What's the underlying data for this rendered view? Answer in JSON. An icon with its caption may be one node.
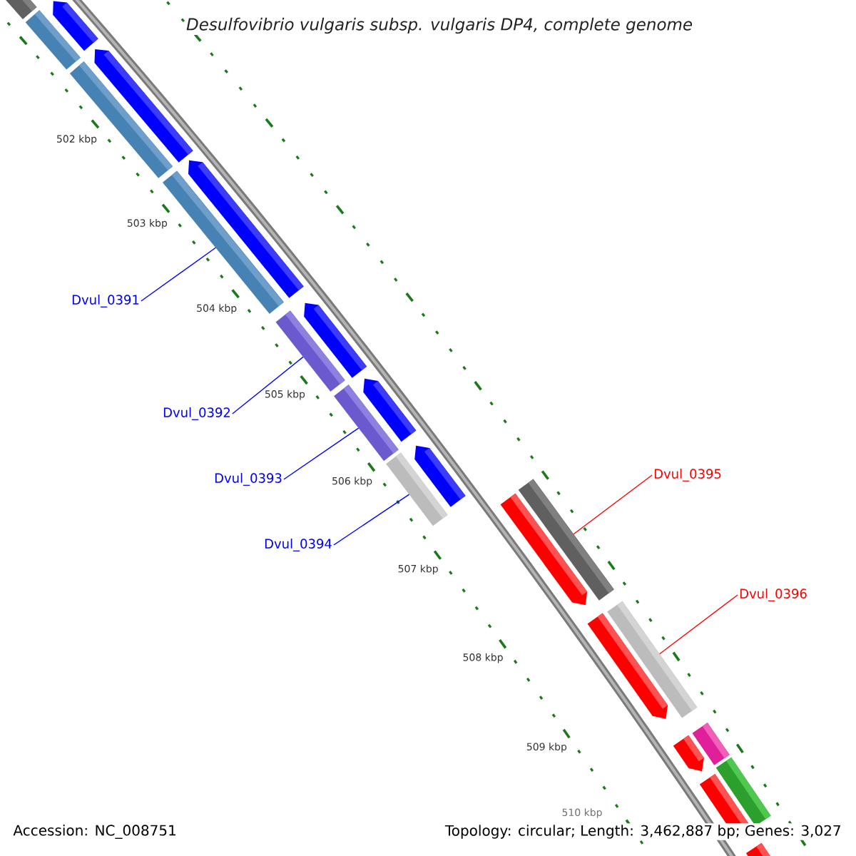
{
  "diagram": {
    "title": "Desulfovibrio vulgaris subsp. vulgaris DP4, complete genome",
    "nodes": [
      {
        "text": [
          "Dvul_0391"
        ]
      },
      {
        "text": [],
        "shape": "bar"
      },
      {
        "text": [
          "Dvul_0392"
        ]
      },
      {
        "text": [],
        "shape": "bar"
      },
      {
        "text": [
          "Dvul_0393"
        ]
      },
      {
        "text": [],
        "shape": "bar"
      },
      {
        "text": [
          "Dvul_0394"
        ]
      },
      {
        "text": [],
        "shape": "bar"
      },
      {
        "text": [
          "Dvul_0395"
        ]
      },
      {
        "text": [],
        "shape": "bar"
      },
      {
        "text": [
          "Dvul_0396"
        ]
      },
      {
        "text": [],
        "shape": "bar"
      }
    ],
    "edges": [
      {
        "from": 0,
        "to": 1,
        "arrow": "none",
        "color": "#0000ff"
      },
      {
        "from": 2,
        "to": 3,
        "arrow": "none",
        "color": "#0000ff"
      },
      {
        "from": 4,
        "to": 5,
        "arrow": "none",
        "color": "#0000ff"
      },
      {
        "from": 6,
        "to": 7,
        "arrow": "none",
        "color": "#0000ff"
      },
      {
        "from": 8,
        "to": 9,
        "arrow": "none",
        "color": "#ff0000"
      },
      {
        "from": 10,
        "to": 11,
        "arrow": "none",
        "color": "#ff0000"
      }
    ],
    "labels": [
      "502 kbp",
      "503 kbp",
      "504 kbp",
      "505 kbp",
      "506 kbp",
      "507 kbp",
      "508 kbp",
      "509 kbp",
      "510 kbp",
      "Accession: NC_008751",
      "Topology: circular; Length: 3,462,887 bp; Genes: 3,027"
    ]
  }
}
